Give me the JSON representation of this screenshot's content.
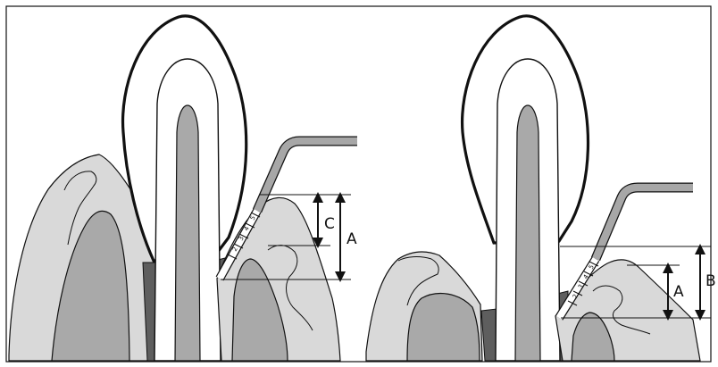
{
  "colors": {
    "outline": "#111111",
    "gingiva": "#d9d9d9",
    "bone": "#a9a9a9",
    "pulp": "#a9a9a9",
    "root_dark": "#5e5e5e",
    "probe": "#a7a7a7",
    "background": "#ffffff"
  },
  "left_panel": {
    "labels": {
      "c": "C",
      "a": "A"
    },
    "probe_marks": [
      "2",
      "3",
      "4",
      "5"
    ]
  },
  "right_panel": {
    "labels": {
      "a": "A",
      "b": "B"
    },
    "probe_marks": [
      "2",
      "3",
      "4",
      "5"
    ]
  }
}
